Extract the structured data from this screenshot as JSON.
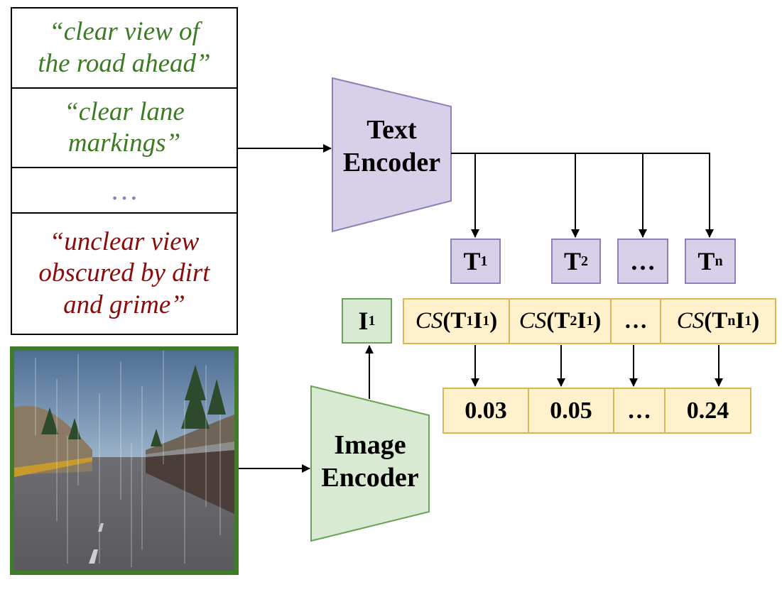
{
  "prompts": [
    {
      "line1": "“clear view of",
      "line2": "the road ahead”",
      "color": "#3d7a24"
    },
    {
      "line1": "“clear  lane",
      "line2": "markings”",
      "color": "#3d7a24"
    },
    {
      "text": "…",
      "color": "#8e7fb8"
    },
    {
      "line1": "“unclear  view",
      "line2": "obscured by dirt",
      "line3": "and grime”",
      "color": "#8b0a0a"
    }
  ],
  "text_encoder": {
    "line1": "Text",
    "line2": "Encoder",
    "fill": "#d8cfe8",
    "stroke": "#8e7fb8"
  },
  "image_encoder": {
    "line1": "Image",
    "line2": "Encoder",
    "fill": "#d9ead3",
    "stroke": "#6aa25a"
  },
  "text_tokens": [
    {
      "base": "T",
      "sub": "1"
    },
    {
      "base": "T",
      "sub": "2"
    },
    {
      "base": "…",
      "sub": ""
    },
    {
      "base": "T",
      "sub": "n"
    }
  ],
  "image_token": {
    "base": "I",
    "sub": "1"
  },
  "similarities": [
    {
      "fn": "CS",
      "open": "(",
      "t": "T",
      "tsub": "1",
      "i": "I",
      "isub": "1",
      "close": ")"
    },
    {
      "fn": "CS",
      "open": "(",
      "t": "T",
      "tsub": "2",
      "i": "I",
      "isub": "1",
      "close": ")"
    },
    {
      "ellipsis": "…"
    },
    {
      "fn": "CS",
      "open": "(",
      "t": "T",
      "tsub": "n",
      "i": "I",
      "isub": "1",
      "close": ")"
    }
  ],
  "scores": [
    "0.03",
    "0.05",
    "…",
    "0.24"
  ],
  "colors": {
    "cell_fill": "#fff1cc",
    "cell_stroke": "#d6b656",
    "image_frame": "#3f7b28"
  }
}
